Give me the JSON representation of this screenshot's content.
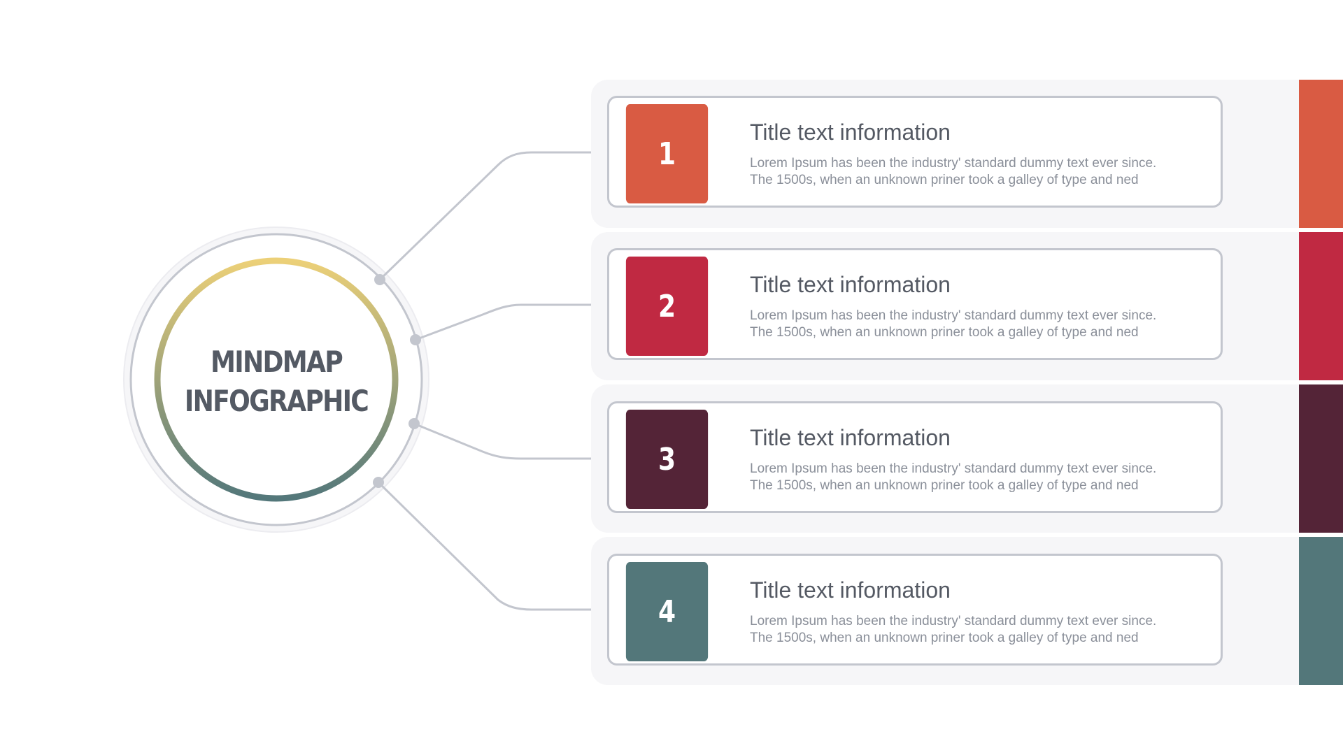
{
  "center": {
    "line1": "MINDMAP",
    "line2": "INFOGRAPHIC"
  },
  "items": [
    {
      "number": "1",
      "title": "Title text information",
      "body_line1": "Lorem Ipsum has been the industry' standard dummy text ever since.",
      "body_line2": "The 1500s, when an unknown priner took a galley of type and ned",
      "color": "#d95b43"
    },
    {
      "number": "2",
      "title": "Title text information",
      "body_line1": "Lorem Ipsum has been the industry' standard dummy text ever since.",
      "body_line2": "The 1500s, when an unknown priner took a galley of type and ned",
      "color": "#c02942"
    },
    {
      "number": "3",
      "title": "Title text information",
      "body_line1": "Lorem Ipsum has been the industry' standard dummy text ever since.",
      "body_line2": "The 1500s, when an unknown priner took a galley of type and ned",
      "color": "#542437"
    },
    {
      "number": "4",
      "title": "Title text information",
      "body_line1": "Lorem Ipsum has been the industry' standard dummy text ever since.",
      "body_line2": "The 1500s, when an unknown priner took a galley of type and ned",
      "color": "#53777a"
    }
  ],
  "ring_gradient": {
    "top": "#ecd078",
    "bottom": "#53777a"
  },
  "connector_color": "#c3c6ce"
}
